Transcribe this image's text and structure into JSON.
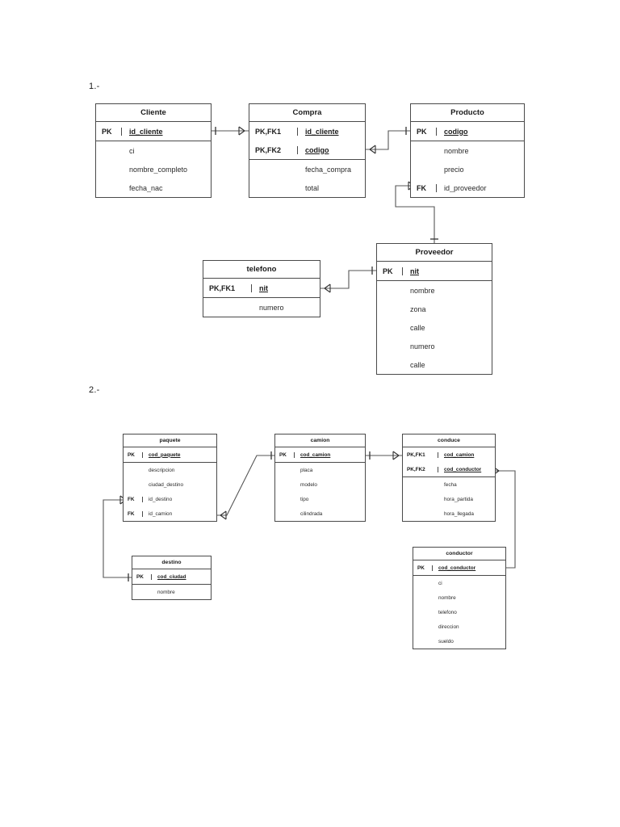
{
  "page": {
    "sections": [
      {
        "label": "1.-"
      },
      {
        "label": "2.-"
      }
    ]
  },
  "colors": {
    "background": "#ffffff",
    "border": "#4a4a4a",
    "connector": "#555555",
    "text": "#1a1a1a"
  },
  "diagram1": {
    "entities": [
      {
        "name": "Cliente",
        "keys": [
          {
            "key": "PK",
            "attr": "id_cliente",
            "is_pk": true
          }
        ],
        "attributes": [
          {
            "key": "",
            "attr": "ci",
            "is_pk": false
          },
          {
            "key": "",
            "attr": "nombre_completo",
            "is_pk": false
          },
          {
            "key": "",
            "attr": "fecha_nac",
            "is_pk": false
          }
        ]
      },
      {
        "name": "Compra",
        "keys": [
          {
            "key": "PK,FK1",
            "attr": "id_cliente",
            "is_pk": true
          },
          {
            "key": "PK,FK2",
            "attr": "codigo",
            "is_pk": true
          }
        ],
        "attributes": [
          {
            "key": "",
            "attr": "fecha_compra",
            "is_pk": false
          },
          {
            "key": "",
            "attr": "total",
            "is_pk": false
          }
        ]
      },
      {
        "name": "Producto",
        "keys": [
          {
            "key": "PK",
            "attr": "codigo",
            "is_pk": true
          }
        ],
        "attributes": [
          {
            "key": "",
            "attr": "nombre",
            "is_pk": false
          },
          {
            "key": "",
            "attr": "precio",
            "is_pk": false
          },
          {
            "key": "FK",
            "attr": "id_proveedor",
            "is_pk": false
          }
        ]
      },
      {
        "name": "telefono",
        "keys": [
          {
            "key": "PK,FK1",
            "attr": "nit",
            "is_pk": true
          }
        ],
        "attributes": [
          {
            "key": "",
            "attr": "numero",
            "is_pk": false
          }
        ]
      },
      {
        "name": "Proveedor",
        "keys": [
          {
            "key": "PK",
            "attr": "nit",
            "is_pk": true
          }
        ],
        "attributes": [
          {
            "key": "",
            "attr": "nombre",
            "is_pk": false
          },
          {
            "key": "",
            "attr": "zona",
            "is_pk": false
          },
          {
            "key": "",
            "attr": "calle",
            "is_pk": false
          },
          {
            "key": "",
            "attr": "numero",
            "is_pk": false
          },
          {
            "key": "",
            "attr": "calle",
            "is_pk": false
          }
        ]
      }
    ],
    "relationships": [
      {
        "from": "Cliente",
        "to": "Compra",
        "from_card": "one",
        "to_card": "many"
      },
      {
        "from": "Producto",
        "to": "Compra",
        "from_card": "one",
        "to_card": "many"
      },
      {
        "from": "Proveedor",
        "to": "Producto",
        "from_card": "one",
        "to_card": "many"
      },
      {
        "from": "Proveedor",
        "to": "telefono",
        "from_card": "one",
        "to_card": "many"
      }
    ]
  },
  "diagram2": {
    "entities": [
      {
        "name": "paquete",
        "keys": [
          {
            "key": "PK",
            "attr": "cod_paquete",
            "is_pk": true
          }
        ],
        "attributes": [
          {
            "key": "",
            "attr": "descripcion",
            "is_pk": false
          },
          {
            "key": "",
            "attr": "ciudad_destino",
            "is_pk": false
          },
          {
            "key": "FK",
            "attr": "id_destino",
            "is_pk": false
          },
          {
            "key": "FK",
            "attr": "id_camion",
            "is_pk": false
          }
        ]
      },
      {
        "name": "camion",
        "keys": [
          {
            "key": "PK",
            "attr": "cod_camion",
            "is_pk": true
          }
        ],
        "attributes": [
          {
            "key": "",
            "attr": "placa",
            "is_pk": false
          },
          {
            "key": "",
            "attr": "modelo",
            "is_pk": false
          },
          {
            "key": "",
            "attr": "tipo",
            "is_pk": false
          },
          {
            "key": "",
            "attr": "cilindrada",
            "is_pk": false
          }
        ]
      },
      {
        "name": "conduce",
        "keys": [
          {
            "key": "PK,FK1",
            "attr": "cod_camion",
            "is_pk": true
          },
          {
            "key": "PK,FK2",
            "attr": "cod_conductor",
            "is_pk": true
          }
        ],
        "attributes": [
          {
            "key": "",
            "attr": "fecha",
            "is_pk": false
          },
          {
            "key": "",
            "attr": "hora_partida",
            "is_pk": false
          },
          {
            "key": "",
            "attr": "hora_llegada",
            "is_pk": false
          }
        ]
      },
      {
        "name": "destino",
        "keys": [
          {
            "key": "PK",
            "attr": "cod_ciudad",
            "is_pk": true
          }
        ],
        "attributes": [
          {
            "key": "",
            "attr": "nombre",
            "is_pk": false
          }
        ]
      },
      {
        "name": "conductor",
        "keys": [
          {
            "key": "PK",
            "attr": "cod_conductor",
            "is_pk": true
          }
        ],
        "attributes": [
          {
            "key": "",
            "attr": "ci",
            "is_pk": false
          },
          {
            "key": "",
            "attr": "nombre",
            "is_pk": false
          },
          {
            "key": "",
            "attr": "telefono",
            "is_pk": false
          },
          {
            "key": "",
            "attr": "direccion",
            "is_pk": false
          },
          {
            "key": "",
            "attr": "sueldo",
            "is_pk": false
          }
        ]
      }
    ],
    "relationships": [
      {
        "from": "camion",
        "to": "paquete",
        "from_card": "one",
        "to_card": "many"
      },
      {
        "from": "destino",
        "to": "paquete",
        "from_card": "one",
        "to_card": "many"
      },
      {
        "from": "camion",
        "to": "conduce",
        "from_card": "one",
        "to_card": "many"
      },
      {
        "from": "conductor",
        "to": "conduce",
        "from_card": "one",
        "to_card": "many"
      }
    ]
  }
}
